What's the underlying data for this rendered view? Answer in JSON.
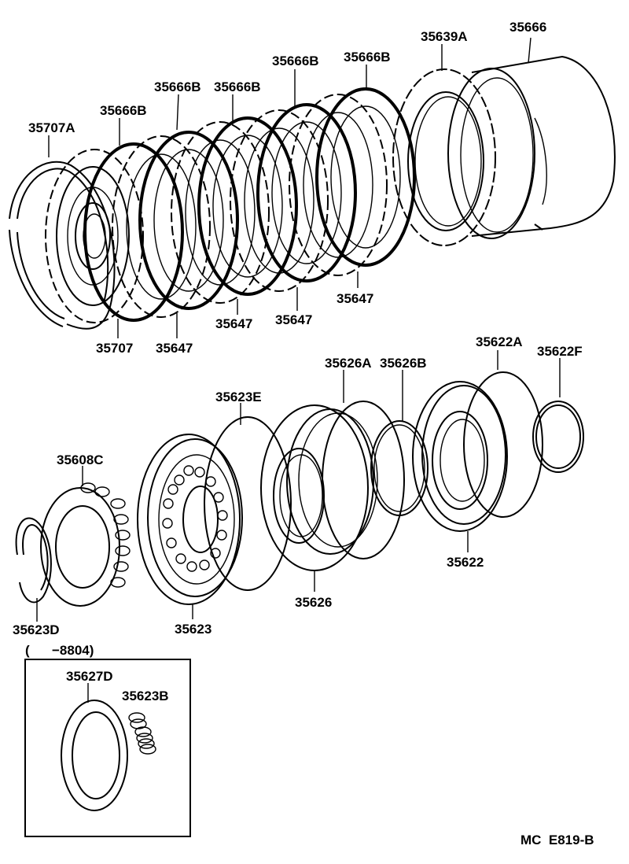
{
  "title": "",
  "labels": {
    "p35666": "35666",
    "p35639A": "35639A",
    "p35666B_1": "35666B",
    "p35666B_2": "35666B",
    "p35666B_3": "35666B",
    "p35666B_4": "35666B",
    "p35666B_5": "35666B",
    "p35707A": "35707A",
    "p35707": "35707",
    "p35647_1": "35647",
    "p35647_2": "35647",
    "p35647_3": "35647",
    "p35647_4": "35647",
    "p35622A": "35622A",
    "p35622F": "35622F",
    "p35626A": "35626A",
    "p35626B": "35626B",
    "p35623E": "35623E",
    "p35608C": "35608C",
    "p35623D": "35623D",
    "p35623": "35623",
    "p35626": "35626",
    "p35622": "35622",
    "p35627D": "35627D",
    "p35623B": "35623B"
  },
  "inset": {
    "range_label": "(      −8804)"
  },
  "footer": {
    "code": "MC  E819-B"
  }
}
